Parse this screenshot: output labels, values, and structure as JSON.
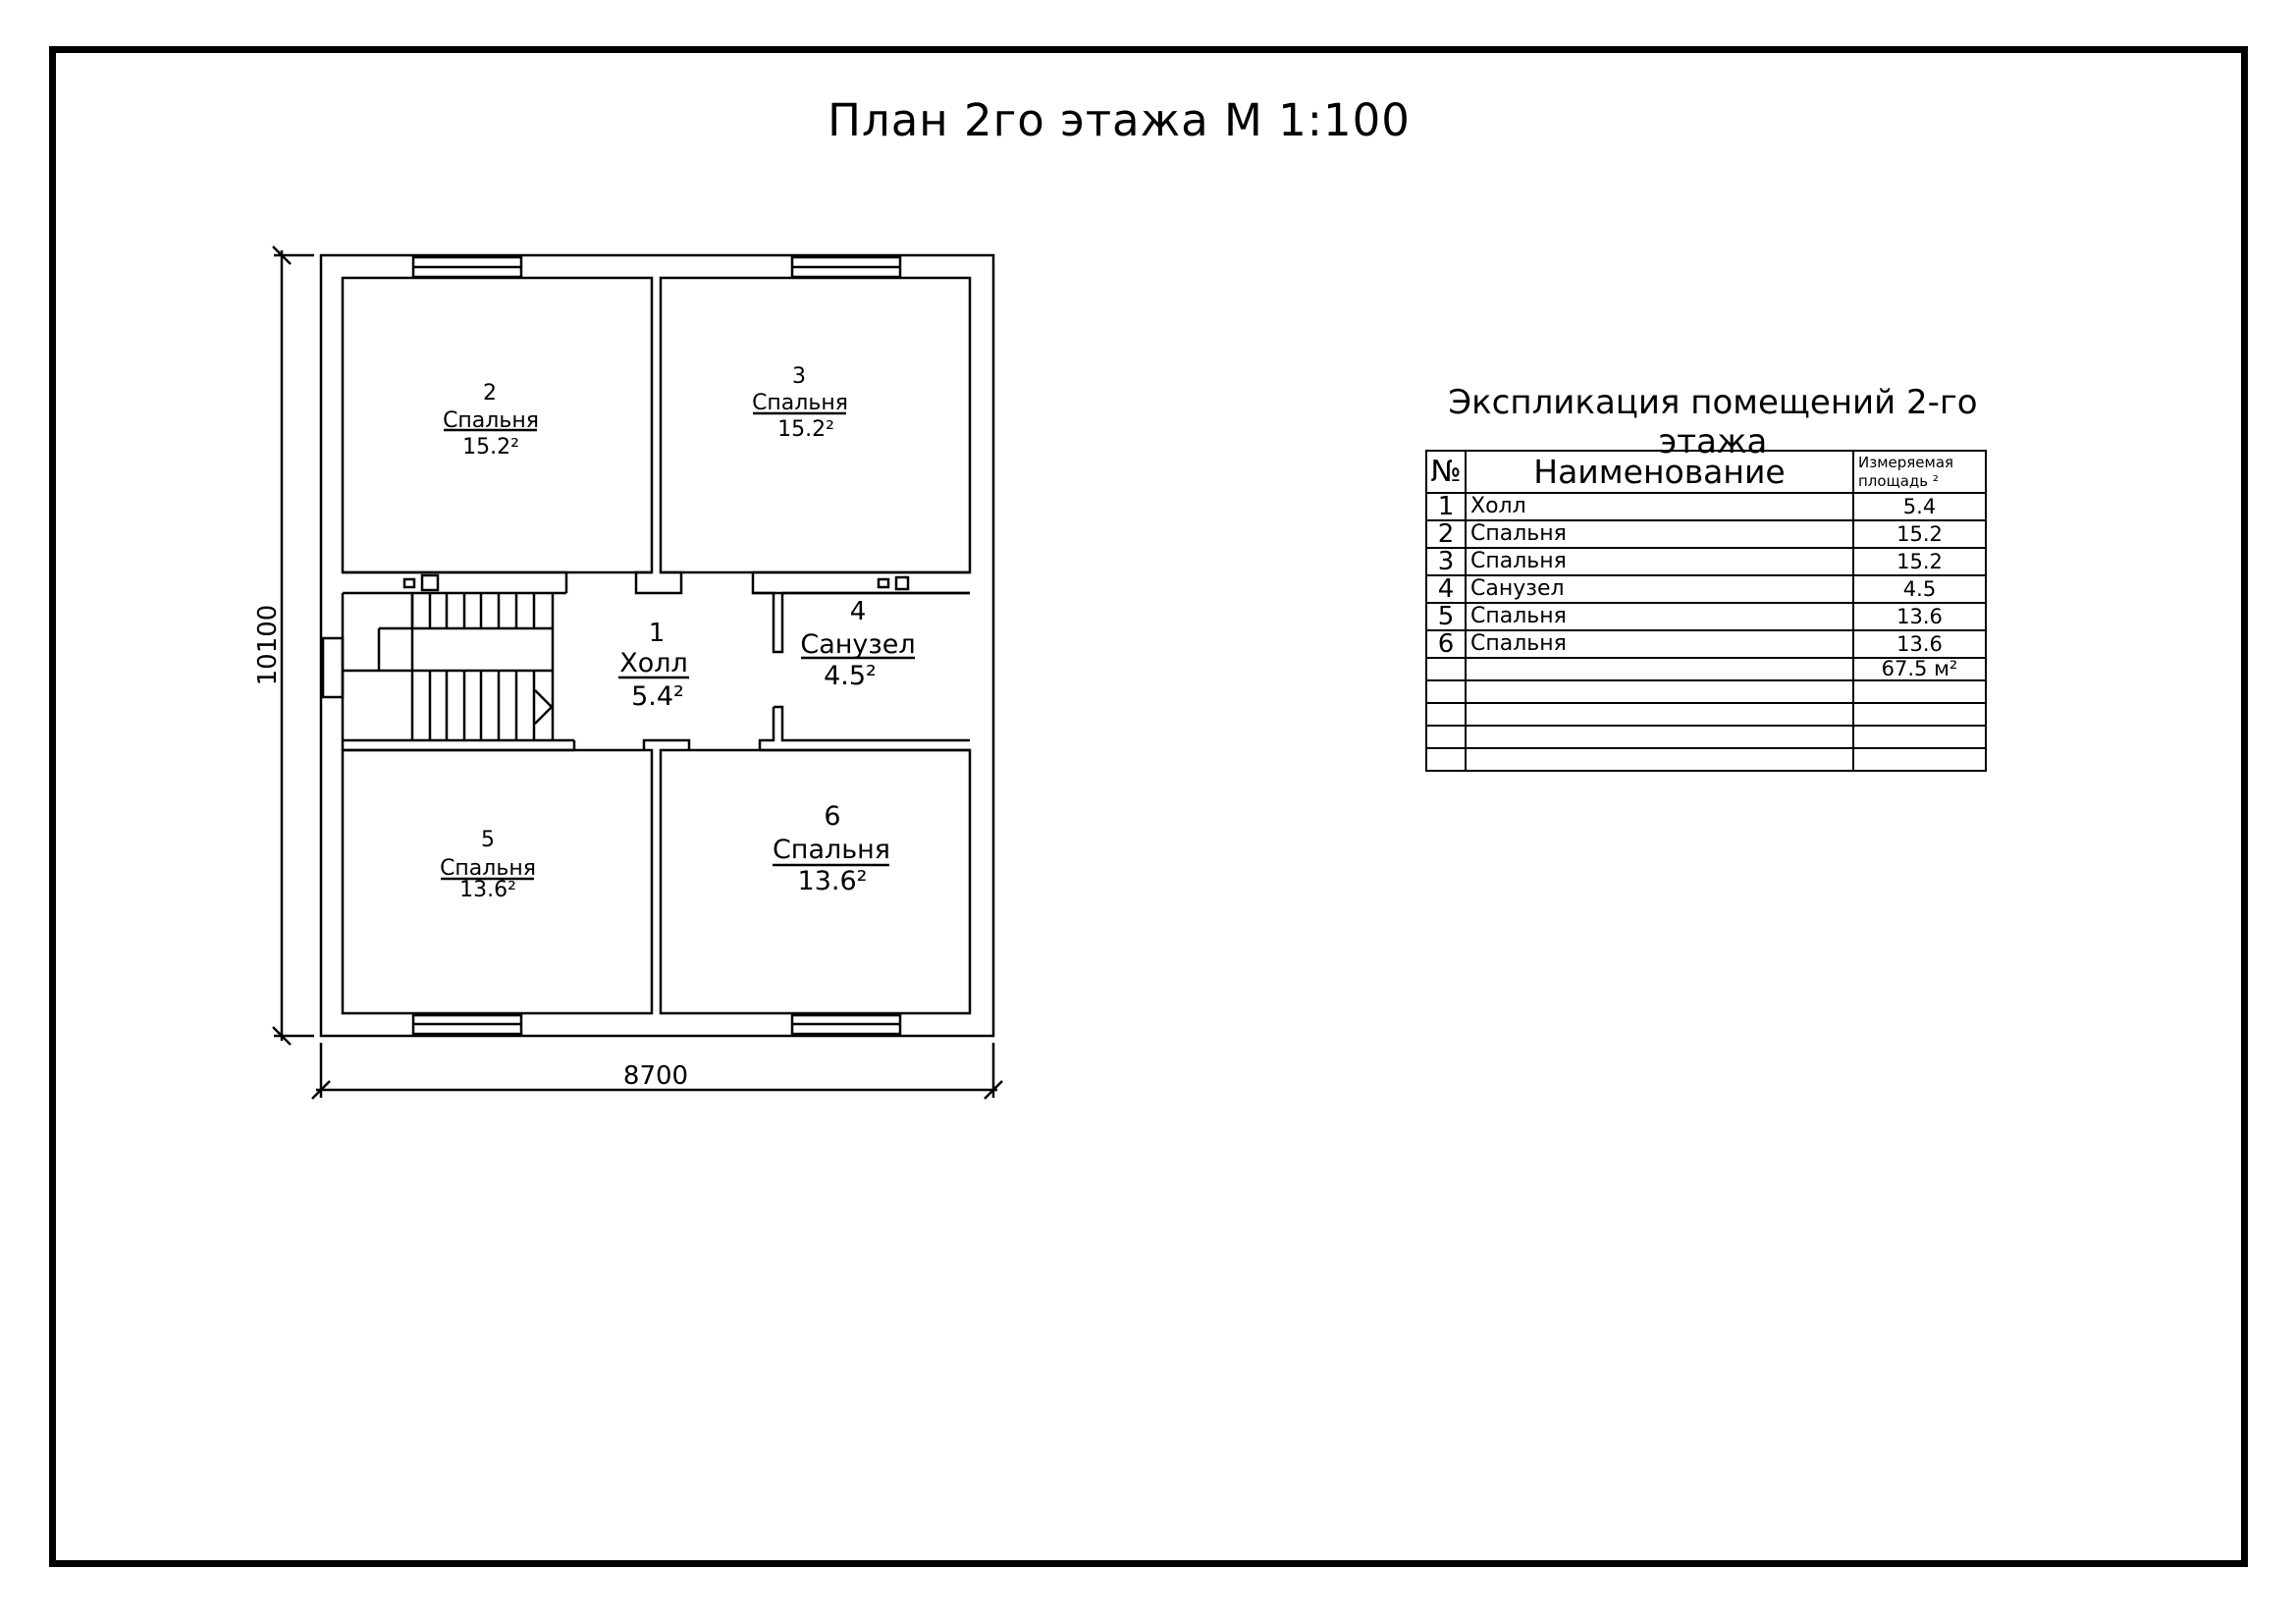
{
  "title": "План 2го этажа  М 1:100",
  "plan": {
    "dimension_width": "8700",
    "dimension_height": "10100",
    "rooms": [
      {
        "number": "1",
        "name": "Холл",
        "area": "5.4²"
      },
      {
        "number": "2",
        "name": "Спальня",
        "area": "15.2²"
      },
      {
        "number": "3",
        "name": "Спальня",
        "area": "15.2²"
      },
      {
        "number": "4",
        "name": "Санузел",
        "area": "4.5²"
      },
      {
        "number": "5",
        "name": "Спальня",
        "area": "13.6²"
      },
      {
        "number": "6",
        "name": "Спальня",
        "area": "13.6²"
      }
    ]
  },
  "explication": {
    "title": "Экспликация помещений 2-го этажа",
    "headers": {
      "number": "№",
      "name": "Наименование",
      "area": "Измеряемая площадь ²"
    },
    "rows": [
      {
        "number": "1",
        "name": "Холл",
        "area": "5.4"
      },
      {
        "number": "2",
        "name": "Спальня",
        "area": "15.2"
      },
      {
        "number": "3",
        "name": "Спальня",
        "area": "15.2"
      },
      {
        "number": "4",
        "name": "Санузел",
        "area": "4.5"
      },
      {
        "number": "5",
        "name": "Спальня",
        "area": "13.6"
      },
      {
        "number": "6",
        "name": "Спальня",
        "area": "13.6"
      },
      {
        "number": "",
        "name": "",
        "area": "67.5 м²"
      },
      {
        "number": "",
        "name": "",
        "area": ""
      },
      {
        "number": "",
        "name": "",
        "area": ""
      },
      {
        "number": "",
        "name": "",
        "area": ""
      },
      {
        "number": "",
        "name": "",
        "area": ""
      }
    ]
  }
}
